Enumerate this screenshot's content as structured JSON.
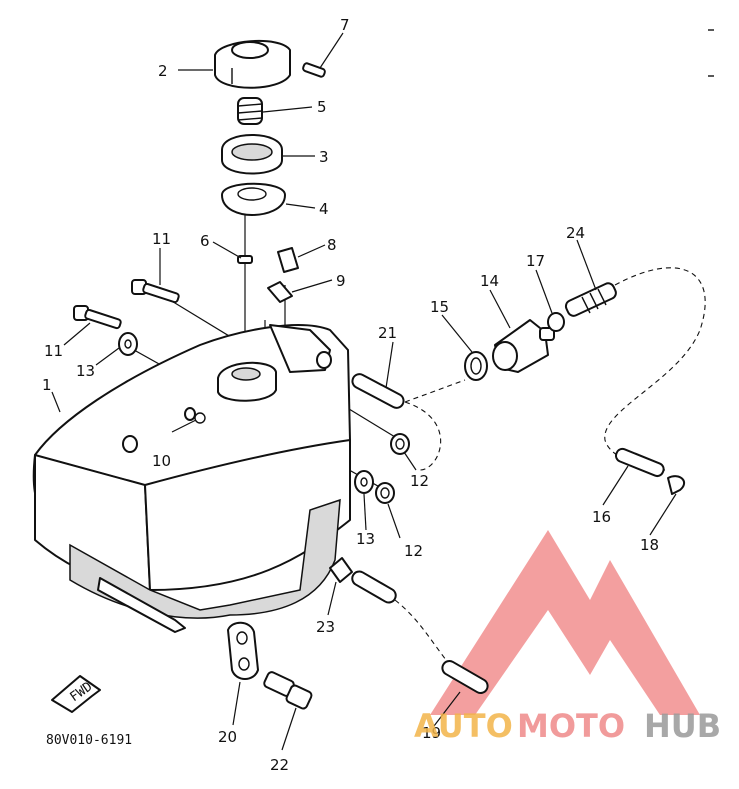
{
  "diagram": {
    "code": "80V010-6191",
    "fwd_label": "FWD",
    "callouts": [
      "1",
      "2",
      "3",
      "4",
      "5",
      "6",
      "7",
      "8",
      "9",
      "10",
      "11",
      "11",
      "12",
      "12",
      "13",
      "13",
      "14",
      "15",
      "16",
      "17",
      "18",
      "19",
      "20",
      "21",
      "22",
      "23",
      "24"
    ]
  },
  "watermark": {
    "part1": "AUTO",
    "part2": "MOTO",
    "part3": "HUB",
    "colors": {
      "auto": "#f3b54a",
      "moto": "#ef8a8a",
      "hub": "#9a9a9a",
      "logo": "#ef6f6f"
    }
  }
}
